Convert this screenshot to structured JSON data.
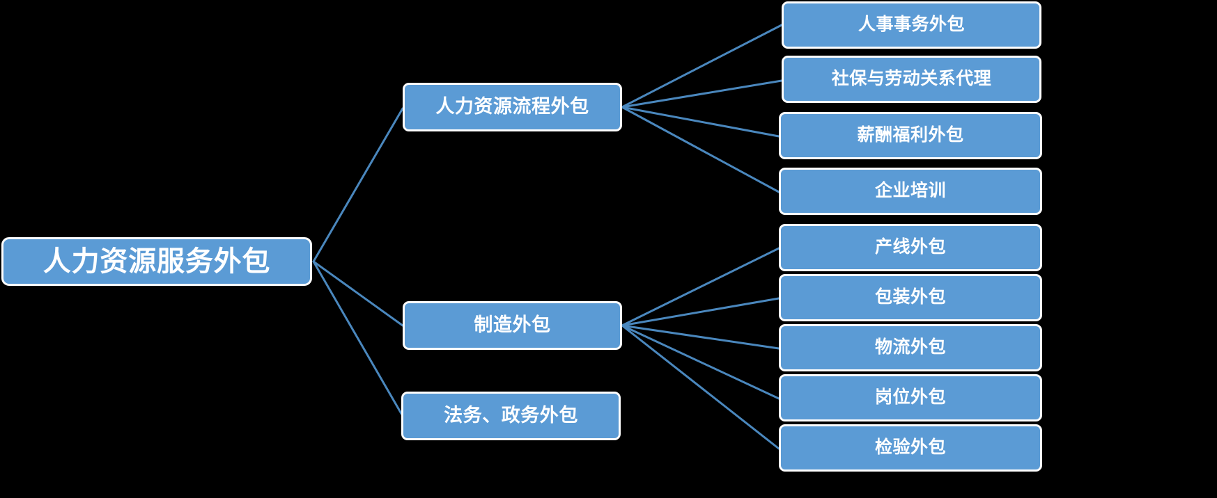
{
  "diagram": {
    "type": "tree-hierarchy",
    "orientation": "left-to-right",
    "background_color": "#000000",
    "node_fill_color": "#5b9bd5",
    "node_border_color": "#fdfdfd",
    "node_text_color": "#ffffff",
    "connector_color": "#4a87bd",
    "root": {
      "id": "root",
      "label": "人力资源服务外包"
    },
    "branches": [
      {
        "id": "branch-hr-process",
        "label": "人力资源流程外包",
        "leaves": [
          {
            "id": "leaf-hr-affairs",
            "label": "人事事务外包"
          },
          {
            "id": "leaf-social-insurance",
            "label": "社保与劳动关系代理"
          },
          {
            "id": "leaf-compensation",
            "label": "薪酬福利外包"
          },
          {
            "id": "leaf-training",
            "label": "企业培训"
          }
        ]
      },
      {
        "id": "branch-manufacturing",
        "label": "制造外包",
        "leaves": [
          {
            "id": "leaf-production-line",
            "label": "产线外包"
          },
          {
            "id": "leaf-packaging",
            "label": "包装外包"
          },
          {
            "id": "leaf-logistics",
            "label": "物流外包"
          },
          {
            "id": "leaf-position",
            "label": "岗位外包"
          },
          {
            "id": "leaf-inspection",
            "label": "检验外包"
          }
        ]
      },
      {
        "id": "branch-legal-government",
        "label": "法务、政务外包",
        "leaves": []
      }
    ]
  }
}
